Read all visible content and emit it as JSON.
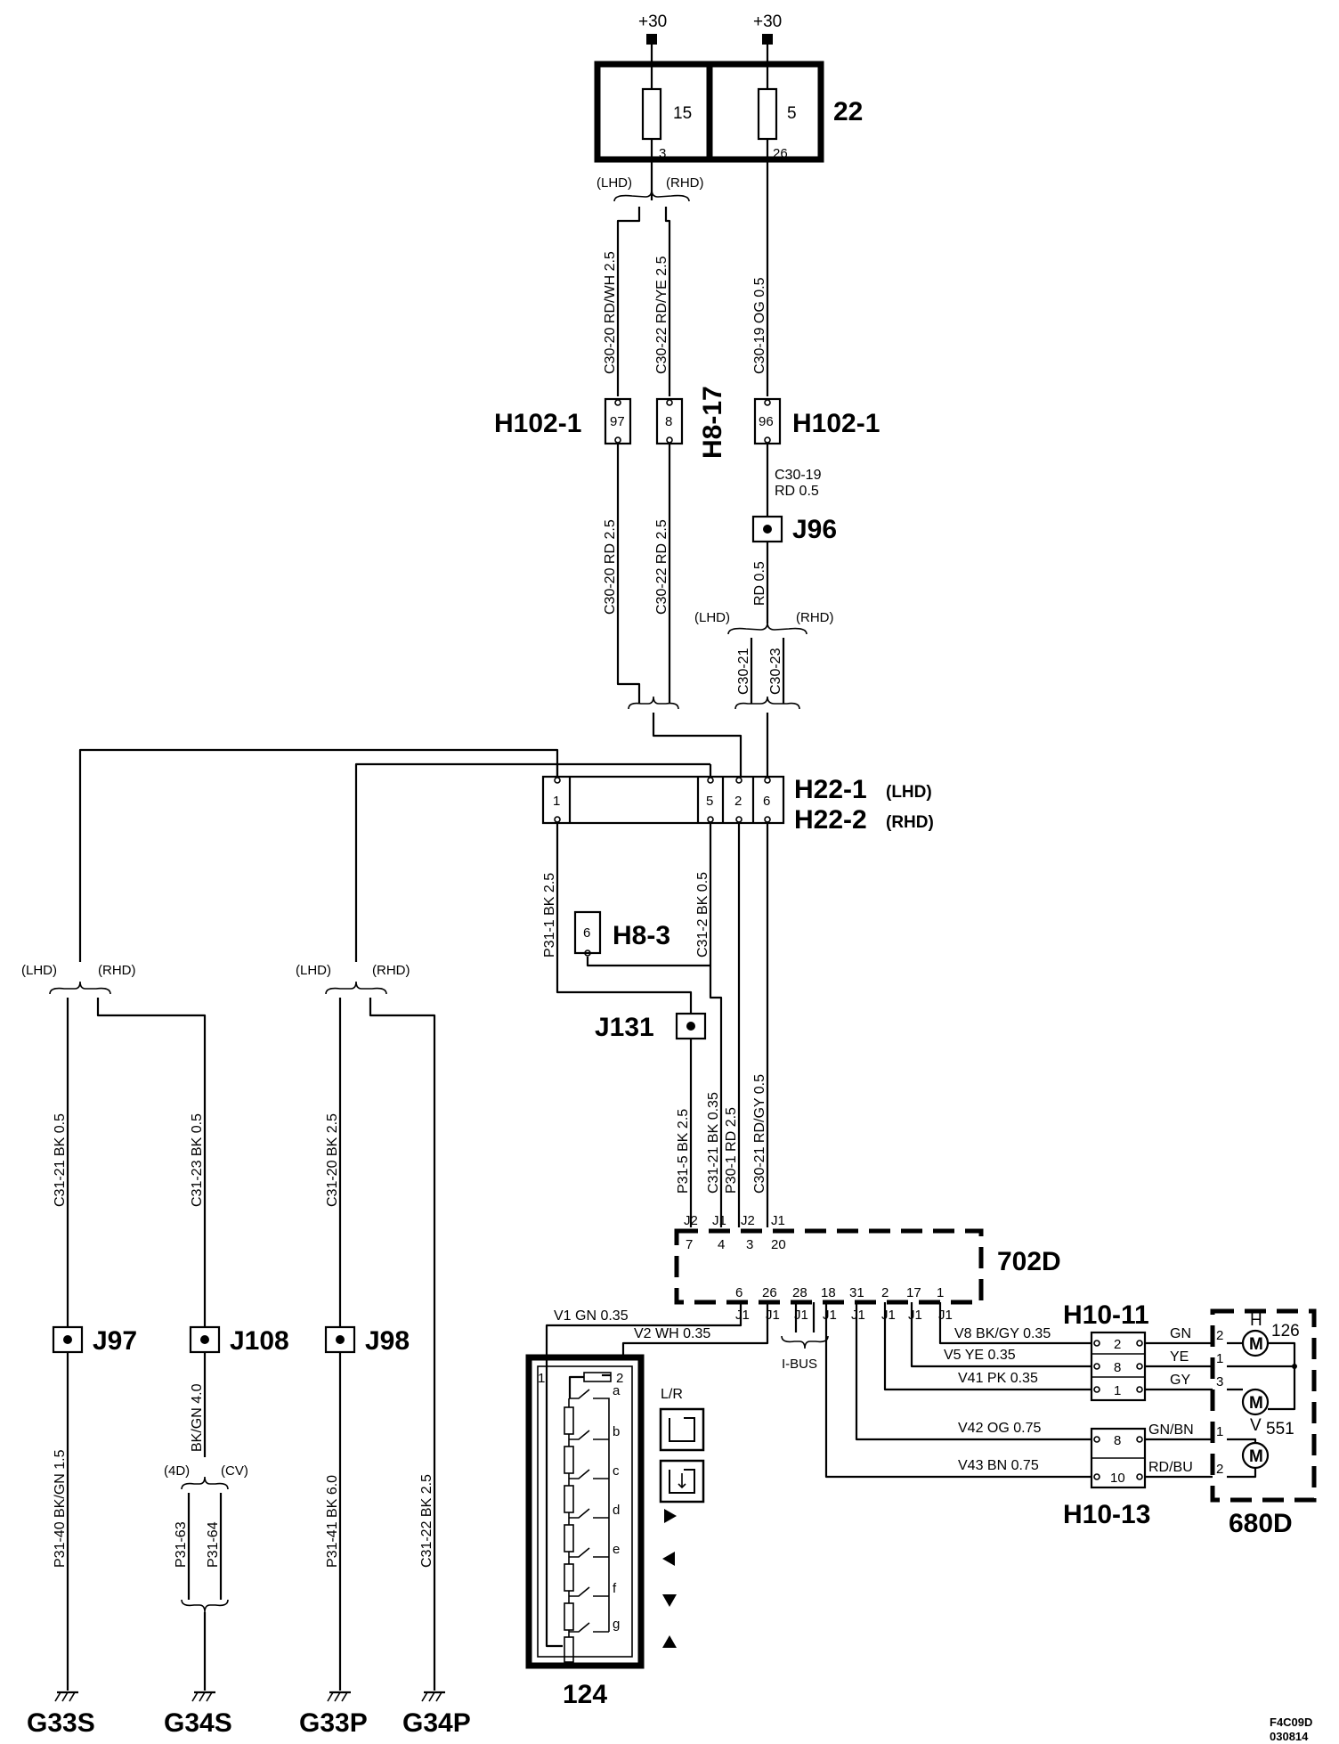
{
  "supply": {
    "p1": "+30",
    "p2": "+30"
  },
  "fuse_box": {
    "id": "22",
    "fuse1": "15",
    "fuse1_pin": "3",
    "fuse2": "5",
    "fuse2_pin": "26"
  },
  "variants": {
    "lhd": "(LHD)",
    "rhd": "(RHD)",
    "d4": "(4D)",
    "cv": "(CV)"
  },
  "wires": {
    "c30_20_rdwh": "C30-20  RD/WH  2.5",
    "c30_22_rdye": "C30-22  RD/YE  2.5",
    "c30_19_og": "C30-19  OG  0.5",
    "c30_20_rd": "C30-20  RD  2.5",
    "c30_22_rd": "C30-22  RD  2.5",
    "c30_19": "C30-19",
    "rd_05_a": "RD    0.5",
    "rd_05_b": "RD  0.5",
    "c30_21": "C30-21",
    "c30_23": "C30-23",
    "p31_1": "P31-1  BK  2.5",
    "c31_2": "C31-2  BK  0.5",
    "p31_5": "P31-5  BK  2.5",
    "c31_21_035": "C31-21  BK    0.35",
    "p30_1": "P30-1  RD  2.5",
    "c30_21_rdgy": "C30-21  RD/GY  0.5",
    "c31_21_05": "C31-21  BK  0.5",
    "c31_23": "C31-23  BK  0.5",
    "c31_20": "C31-20  BK  2.5",
    "p31_40": "P31-40  BK/GN  1.5",
    "bkgn_40": "BK/GN  4.0",
    "p31_63": "P31-63",
    "p31_64": "P31-64",
    "p31_41": "P31-41  BK  6.0",
    "c31_22": "C31-22  BK  2.5",
    "v1": "V1  GN  0.35",
    "v2": "V2  WH  0.35",
    "v8": "V8  BK/GY  0.35",
    "v5": "V5  YE  0.35",
    "v41": "V41  PK  0.35",
    "v42": "V42  OG  0.75",
    "v43": "V43  BN  0.75"
  },
  "connectors": {
    "h102_1_left": "H102-1",
    "h102_1_right": "H102-1",
    "h8_17": "H8-17",
    "pin97": "97",
    "pin8": "8",
    "pin96": "96",
    "h22_1": "H22-1",
    "h22_1_var": "(LHD)",
    "h22_2": "H22-2",
    "h22_2_var": "(RHD)",
    "h22_pins": [
      "1",
      "5",
      "2",
      "6"
    ],
    "h8_3": "H8-3",
    "h8_3_pin": "6",
    "h10_11": "H10-11",
    "h10_11_pins": [
      "2",
      "8",
      "1"
    ],
    "h10_13": "H10-13",
    "h10_13_pins": [
      "8",
      "10"
    ]
  },
  "junctions": {
    "j96": "J96",
    "j131": "J131",
    "j97": "J97",
    "j108": "J108",
    "j98": "J98"
  },
  "ecu": {
    "id": "702D",
    "top_pins": [
      "7",
      "4",
      "3",
      "20"
    ],
    "top_conn": [
      "J2",
      "J1",
      "J2",
      "J1"
    ],
    "bottom_pins": [
      "6",
      "26",
      "28",
      "18",
      "31",
      "2",
      "17",
      "1"
    ],
    "bottom_conn": [
      "J1",
      "J1",
      "J1",
      "J1",
      "J1",
      "J1",
      "J1",
      "J1"
    ],
    "ibus": "I-BUS"
  },
  "switch_panel": {
    "id": "124",
    "pin1": "1",
    "pin2": "2",
    "contacts": [
      "a",
      "b",
      "c",
      "d",
      "e",
      "f",
      "g"
    ],
    "lr": "L/R"
  },
  "mirror": {
    "id": "680D",
    "motor_h_label": "H",
    "motor_v_label": "V",
    "id126": "126",
    "id551": "551",
    "wire_colors": [
      "GN",
      "YE",
      "GY",
      "GN/BN",
      "RD/BU"
    ],
    "pins": [
      "2",
      "1",
      "3",
      "1",
      "2"
    ],
    "motor": "M"
  },
  "grounds": {
    "g33s": "G33S",
    "g34s": "G34S",
    "g33p": "G33P",
    "g34p": "G34P"
  },
  "ref": {
    "code": "F4C09D",
    "date": "030814"
  }
}
